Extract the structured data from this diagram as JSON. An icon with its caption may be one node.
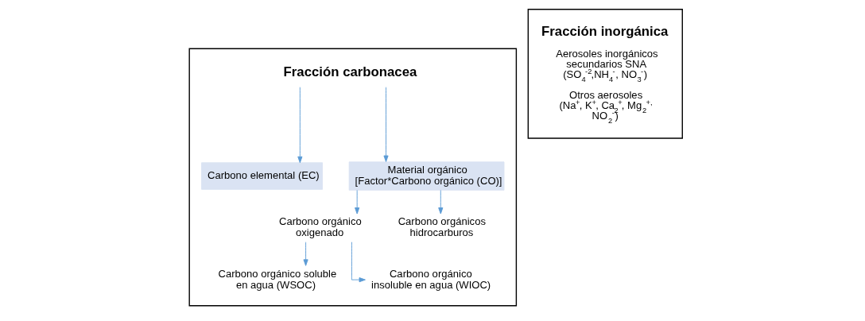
{
  "diagram": {
    "nodes": [
      {
        "text": [],
        "shape": "box"
      },
      {
        "text": [
          "Fracción carbonacea"
        ],
        "in": 0
      },
      {
        "text": [
          "Carbono elemental (EC)"
        ],
        "in": 0
      },
      {
        "text": [
          "Material orgánico [Factor*Carbono orgánico (CO)]"
        ],
        "in": 0
      },
      {
        "text": [
          "Carbono orgánico oxigenado"
        ],
        "in": 0
      },
      {
        "text": [
          "Carbono orgánicos hidrocarburos"
        ],
        "in": 0
      },
      {
        "text": [
          "Carbono orgánico soluble en agua (WSOC)"
        ],
        "in": 0
      },
      {
        "text": [
          "Carbono orgánico insoluble en agua (WIOC)"
        ],
        "in": 0
      },
      {
        "text": [
          "Fracción inorgánica",
          "Aerosoles inorgánicos secundarios SNA (SO$_{4}$$^{-2}$,NH$_{4}$$^{-}$, NO$_{3}$$^{-}$)",
          "Otros aerosoles (Na$^{+}$, K$^{+}$, Ca$_{2}$$^{+}$, Mg$_{2}$$^{+,}$ NO$_{2}$$^{-}$)"
        ]
      }
    ],
    "edges": [
      {
        "from": 1,
        "to": 2,
        "arrow": "to"
      },
      {
        "from": 1,
        "to": 3,
        "arrow": "to"
      },
      {
        "from": 3,
        "to": 4,
        "arrow": "to"
      },
      {
        "from": 3,
        "to": 5,
        "arrow": "to"
      },
      {
        "from": 4,
        "to": 6,
        "arrow": "to"
      },
      {
        "from": 4,
        "to": 7,
        "arrow": "to"
      }
    ]
  }
}
